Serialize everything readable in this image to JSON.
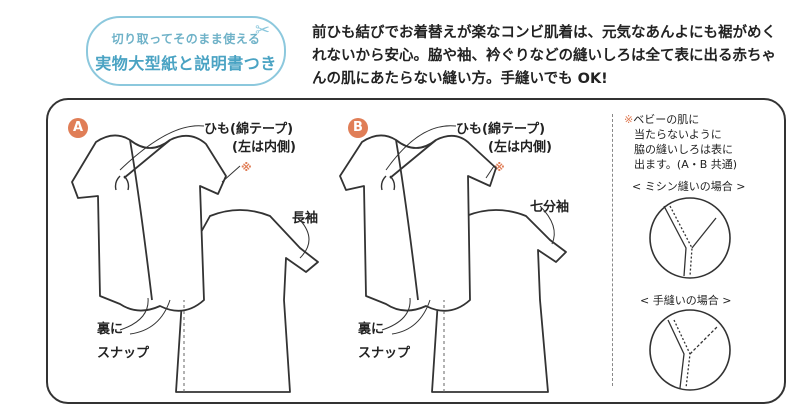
{
  "badge": {
    "line1": "切り取ってそのまま使える",
    "line2": "実物大型紙と説明書つき"
  },
  "intro": {
    "text": "前ひも結びでお着替えが楽なコンビ肌着は、元気なあんよにも裾がめくれないから安心。脇や袖、衿ぐりなどの縫いしろは全て表に出る赤ちゃんの肌にあたらない縫い方。手縫いでも OK!"
  },
  "panel_a": {
    "marker": "A",
    "tie_label": "ひも(綿テープ)",
    "tie_sub": "(左は内側)",
    "asterisk": "※",
    "sleeve_label": "長袖",
    "snap_line1": "裏に",
    "snap_line2": "スナップ"
  },
  "panel_b": {
    "marker": "B",
    "tie_label": "ひも(綿テープ)",
    "tie_sub": "(左は内側)",
    "asterisk": "※",
    "sleeve_label": "七分袖",
    "snap_line1": "裏に",
    "snap_line2": "スナップ"
  },
  "note": {
    "asterisk": "※",
    "line1": "ベビーの肌に",
    "line2": "当たらないように",
    "line3": "脇の縫いしろは表に",
    "line4": "出ます。(A・B 共通)"
  },
  "detail_machine": {
    "label": "< ミシン縫いの場合 >"
  },
  "detail_hand": {
    "label": "< 手縫いの場合 >"
  },
  "colors": {
    "accent_blue": "#4aa3c3",
    "badge_border": "#8cc8dd",
    "marker": "#e07e57"
  }
}
